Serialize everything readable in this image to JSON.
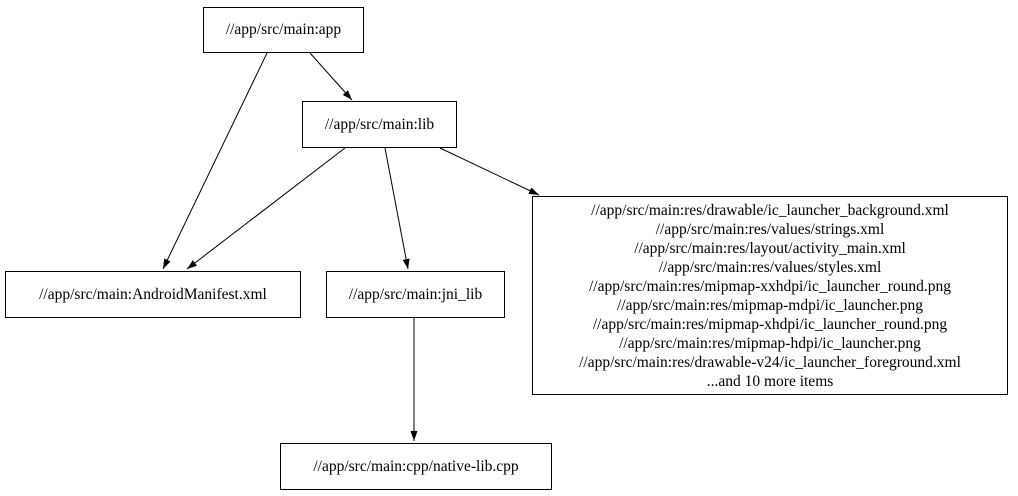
{
  "colors": {
    "background": "#ffffff",
    "node_border": "#000000",
    "edge": "#000000",
    "text": "#000000"
  },
  "diagram": {
    "type": "dependency-graph",
    "nodes": {
      "app": {
        "label": "//app/src/main:app"
      },
      "lib": {
        "label": "//app/src/main:lib"
      },
      "manifest": {
        "label": "//app/src/main:AndroidManifest.xml"
      },
      "jni_lib": {
        "label": "//app/src/main:jni_lib"
      },
      "res": {
        "lines": [
          "//app/src/main:res/drawable/ic_launcher_background.xml",
          "//app/src/main:res/values/strings.xml",
          "//app/src/main:res/layout/activity_main.xml",
          "//app/src/main:res/values/styles.xml",
          "//app/src/main:res/mipmap-xxhdpi/ic_launcher_round.png",
          "//app/src/main:res/mipmap-mdpi/ic_launcher.png",
          "//app/src/main:res/mipmap-xhdpi/ic_launcher_round.png",
          "//app/src/main:res/mipmap-hdpi/ic_launcher.png",
          "//app/src/main:res/drawable-v24/ic_launcher_foreground.xml",
          "...and 10 more items"
        ]
      },
      "cpp": {
        "label": "//app/src/main:cpp/native-lib.cpp"
      }
    },
    "edges": [
      {
        "from": "//app/src/main:app",
        "to": "//app/src/main:lib"
      },
      {
        "from": "//app/src/main:app",
        "to": "//app/src/main:AndroidManifest.xml"
      },
      {
        "from": "//app/src/main:lib",
        "to": "//app/src/main:AndroidManifest.xml"
      },
      {
        "from": "//app/src/main:lib",
        "to": "//app/src/main:jni_lib"
      },
      {
        "from": "//app/src/main:lib",
        "to": "res-file-group"
      },
      {
        "from": "//app/src/main:jni_lib",
        "to": "//app/src/main:cpp/native-lib.cpp"
      }
    ]
  }
}
